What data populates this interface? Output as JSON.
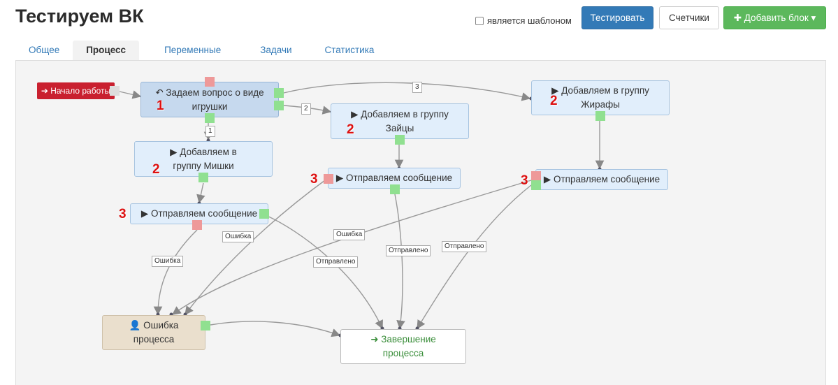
{
  "header": {
    "title": "Тестируем ВК",
    "template_label": "является шаблоном",
    "test_button": "Тестировать",
    "counters_button": "Счетчики",
    "add_block_button": "✚ Добавить блок ▾"
  },
  "tabs": [
    "Общее",
    "Процесс",
    "Переменные",
    "Задачи",
    "Статистика"
  ],
  "active_tab": "Процесс",
  "start": {
    "label": "➔ Начало работы"
  },
  "nodes": {
    "ask": {
      "label": "↶ Задаем вопрос о виде игрушки",
      "number": "1"
    },
    "bears": {
      "label": "▶ Добавляем в группу Мишки",
      "number": "2"
    },
    "hares": {
      "label": "▶ Добавляем в группу Зайцы",
      "number": "2"
    },
    "giraffes": {
      "label": "▶ Добавляем в группу Жирафы",
      "number": "2"
    },
    "send1": {
      "label": "▶ Отправляем сообщение",
      "number": "3"
    },
    "send2": {
      "label": "▶ Отправляем сообщение",
      "number": "3"
    },
    "send3": {
      "label": "▶ Отправляем сообщение",
      "number": "3"
    },
    "error": {
      "label": "👤 Ошибка процесса"
    },
    "finish": {
      "label": "➜ Завершение процесса"
    }
  },
  "edge_labels": {
    "e1": "1",
    "e2": "2",
    "e3": "3",
    "err1": "Ошибка",
    "err2": "Ошибка",
    "err3": "Ошибка",
    "ok1": "Отправлено",
    "ok2": "Отправлено",
    "ok3": "Отправлено"
  },
  "colors": {
    "primary": "#337ab7",
    "success": "#5cb85c",
    "start": "#c9202f",
    "node": "#e1eefb",
    "number": "#dd1111"
  }
}
